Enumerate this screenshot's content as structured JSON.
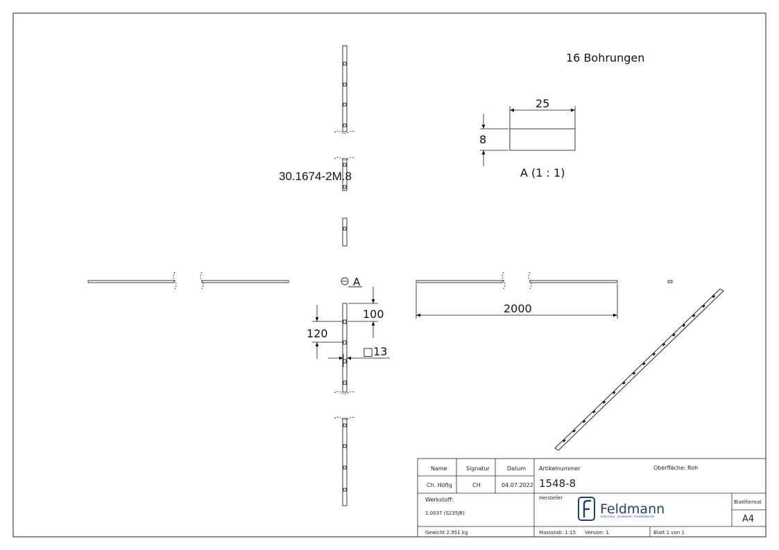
{
  "drawing": {
    "note_holes": "16 Bohrungen",
    "part_label": "30.1674-2M.8",
    "detail_view_label": "A (1 : 1)",
    "section_marker": "A",
    "dimensions": {
      "width": "25",
      "thickness": "8",
      "length": "2000",
      "hole_offset": "100",
      "hole_pitch": "120",
      "hole_size": "□13"
    }
  },
  "title_block": {
    "headers": {
      "name": "Name",
      "signature": "Signatur",
      "date": "Datum"
    },
    "row": {
      "name": "Ch. Höfig",
      "signature": "CH",
      "date": "04.07.2022"
    },
    "article_label": "Artikelnummer",
    "article_number": "1548-8",
    "surface_label": "Oberfläche:",
    "surface_value": "Roh",
    "material_label": "Werkstoff:",
    "material_value": "1.0037 (S235JR)",
    "manufacturer_label": "Hersteller",
    "brand_name": "Feldmann",
    "brand_tagline": "EDELSTAHL · ALUMINIUM · SCHMIEDEEISEN",
    "sheet_format_label": "Blattformat",
    "sheet_format_value": "A4",
    "weight": "Gewicht 2.951 kg",
    "scale": "Massstab: 1:15",
    "version": "Version: 1",
    "sheet": "Blatt 1 von 1"
  }
}
